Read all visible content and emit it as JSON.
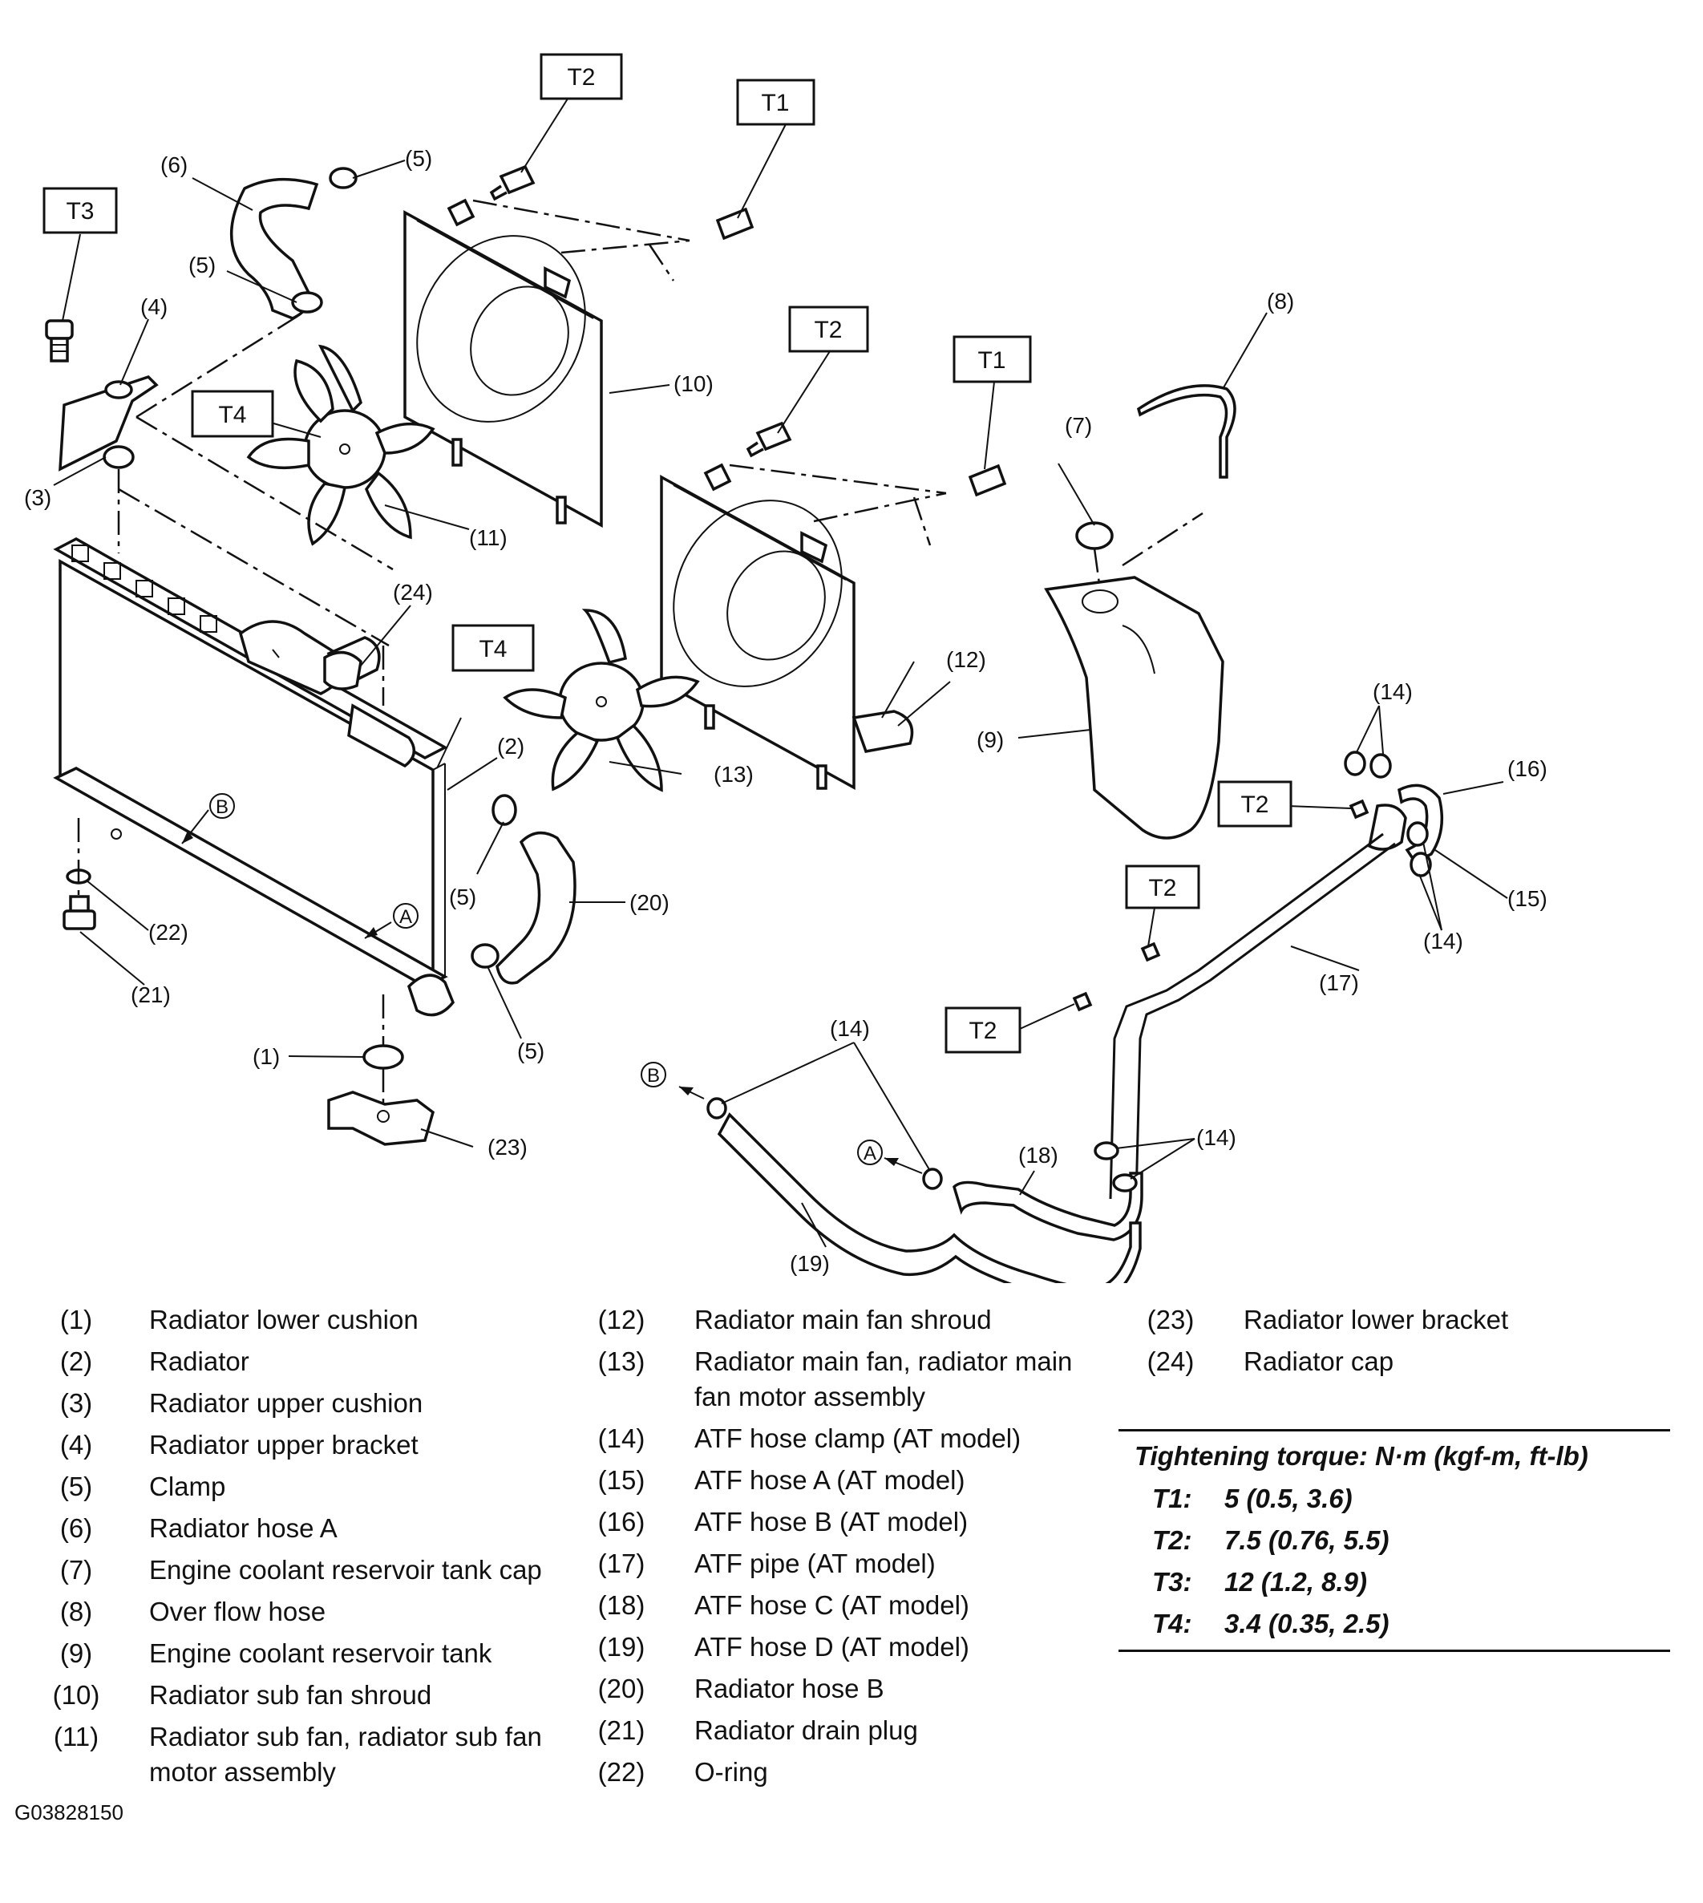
{
  "diagram": {
    "torque_tags": {
      "t1": "T1",
      "t2": "T2",
      "t3": "T3",
      "t4": "T4"
    },
    "callouts": {
      "c1": "(1)",
      "c2": "(2)",
      "c3": "(3)",
      "c4": "(4)",
      "c5": "(5)",
      "c6": "(6)",
      "c7": "(7)",
      "c8": "(8)",
      "c9": "(9)",
      "c10": "(10)",
      "c11": "(11)",
      "c12": "(12)",
      "c13": "(13)",
      "c14": "(14)",
      "c15": "(15)",
      "c16": "(16)",
      "c17": "(17)",
      "c18": "(18)",
      "c19": "(19)",
      "c20": "(20)",
      "c21": "(21)",
      "c22": "(22)",
      "c23": "(23)",
      "c24": "(24)"
    },
    "ref_markers": {
      "a": "A",
      "b": "B"
    }
  },
  "legend": {
    "col1": [
      {
        "num": "(1)",
        "label": "Radiator lower cushion"
      },
      {
        "num": "(2)",
        "label": "Radiator"
      },
      {
        "num": "(3)",
        "label": "Radiator upper cushion"
      },
      {
        "num": "(4)",
        "label": "Radiator upper bracket"
      },
      {
        "num": "(5)",
        "label": "Clamp"
      },
      {
        "num": "(6)",
        "label": "Radiator hose A"
      },
      {
        "num": "(7)",
        "label": "Engine coolant reservoir tank cap"
      },
      {
        "num": "(8)",
        "label": "Over flow hose"
      },
      {
        "num": "(9)",
        "label": "Engine coolant reservoir tank"
      },
      {
        "num": "(10)",
        "label": "Radiator sub fan shroud"
      },
      {
        "num": "(11)",
        "label": "Radiator sub fan, radiator sub fan motor assembly"
      }
    ],
    "col2": [
      {
        "num": "(12)",
        "label": "Radiator main fan shroud"
      },
      {
        "num": "(13)",
        "label": "Radiator main fan, radiator main fan motor assembly"
      },
      {
        "num": "(14)",
        "label": "ATF hose clamp (AT model)"
      },
      {
        "num": "(15)",
        "label": "ATF hose A (AT model)"
      },
      {
        "num": "(16)",
        "label": "ATF hose B (AT model)"
      },
      {
        "num": "(17)",
        "label": "ATF pipe (AT model)"
      },
      {
        "num": "(18)",
        "label": "ATF hose C (AT model)"
      },
      {
        "num": "(19)",
        "label": "ATF hose D (AT model)"
      },
      {
        "num": "(20)",
        "label": "Radiator hose B"
      },
      {
        "num": "(21)",
        "label": "Radiator drain plug"
      },
      {
        "num": "(22)",
        "label": "O-ring"
      }
    ],
    "col3": [
      {
        "num": "(23)",
        "label": "Radiator lower bracket"
      },
      {
        "num": "(24)",
        "label": "Radiator cap"
      }
    ]
  },
  "torque": {
    "heading": "Tightening torque: N·m (kgf-m, ft-lb)",
    "rows": [
      {
        "key": "T1:",
        "value": "5 (0.5, 3.6)"
      },
      {
        "key": "T2:",
        "value": "7.5 (0.76, 5.5)"
      },
      {
        "key": "T3:",
        "value": "12 (1.2, 8.9)"
      },
      {
        "key": "T4:",
        "value": "3.4 (0.35, 2.5)"
      }
    ]
  },
  "figure_id": "G03828150"
}
